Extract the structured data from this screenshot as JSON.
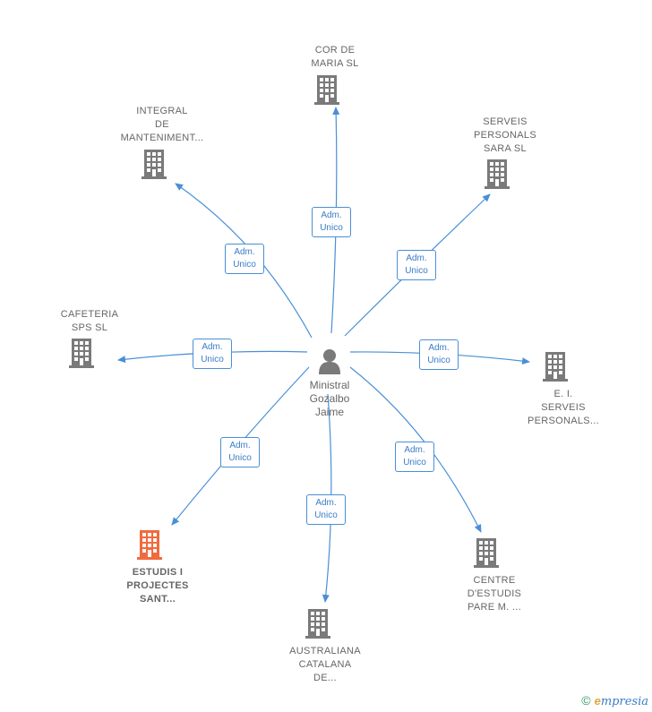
{
  "center": {
    "name_lines": [
      "Ministral",
      "Gozalbo",
      "Jaime"
    ]
  },
  "edge_label_lines": [
    "Adm.",
    "Unico"
  ],
  "colors": {
    "edge": "#4a8fd6",
    "building": "#7a7a7a",
    "building_highlight": "#f26a3d",
    "person": "#7a7a7a"
  },
  "nodes": [
    {
      "id": "cor",
      "lines": [
        "COR DE",
        "MARIA SL"
      ],
      "highlight": false
    },
    {
      "id": "integral",
      "lines": [
        "INTEGRAL",
        "DE",
        "MANTENIMENT..."
      ],
      "highlight": false
    },
    {
      "id": "serveis-sara",
      "lines": [
        "SERVEIS",
        "PERSONALS",
        "SARA  SL"
      ],
      "highlight": false
    },
    {
      "id": "cafeteria",
      "lines": [
        "CAFETERIA",
        "SPS  SL"
      ],
      "highlight": false
    },
    {
      "id": "ei-serveis",
      "lines": [
        "E.  I.",
        "SERVEIS",
        "PERSONALS..."
      ],
      "highlight": false
    },
    {
      "id": "estudis",
      "lines": [
        "ESTUDIS I",
        "PROJECTES",
        "SANT..."
      ],
      "highlight": true
    },
    {
      "id": "centre",
      "lines": [
        "CENTRE",
        "D'ESTUDIS",
        "PARE M. ..."
      ],
      "highlight": false
    },
    {
      "id": "australiana",
      "lines": [
        "AUSTRALIANA",
        "CATALANA",
        "DE..."
      ],
      "highlight": false
    }
  ],
  "footer": {
    "copyright": "©",
    "brand_initial": "e",
    "brand_rest": "mpresia"
  }
}
